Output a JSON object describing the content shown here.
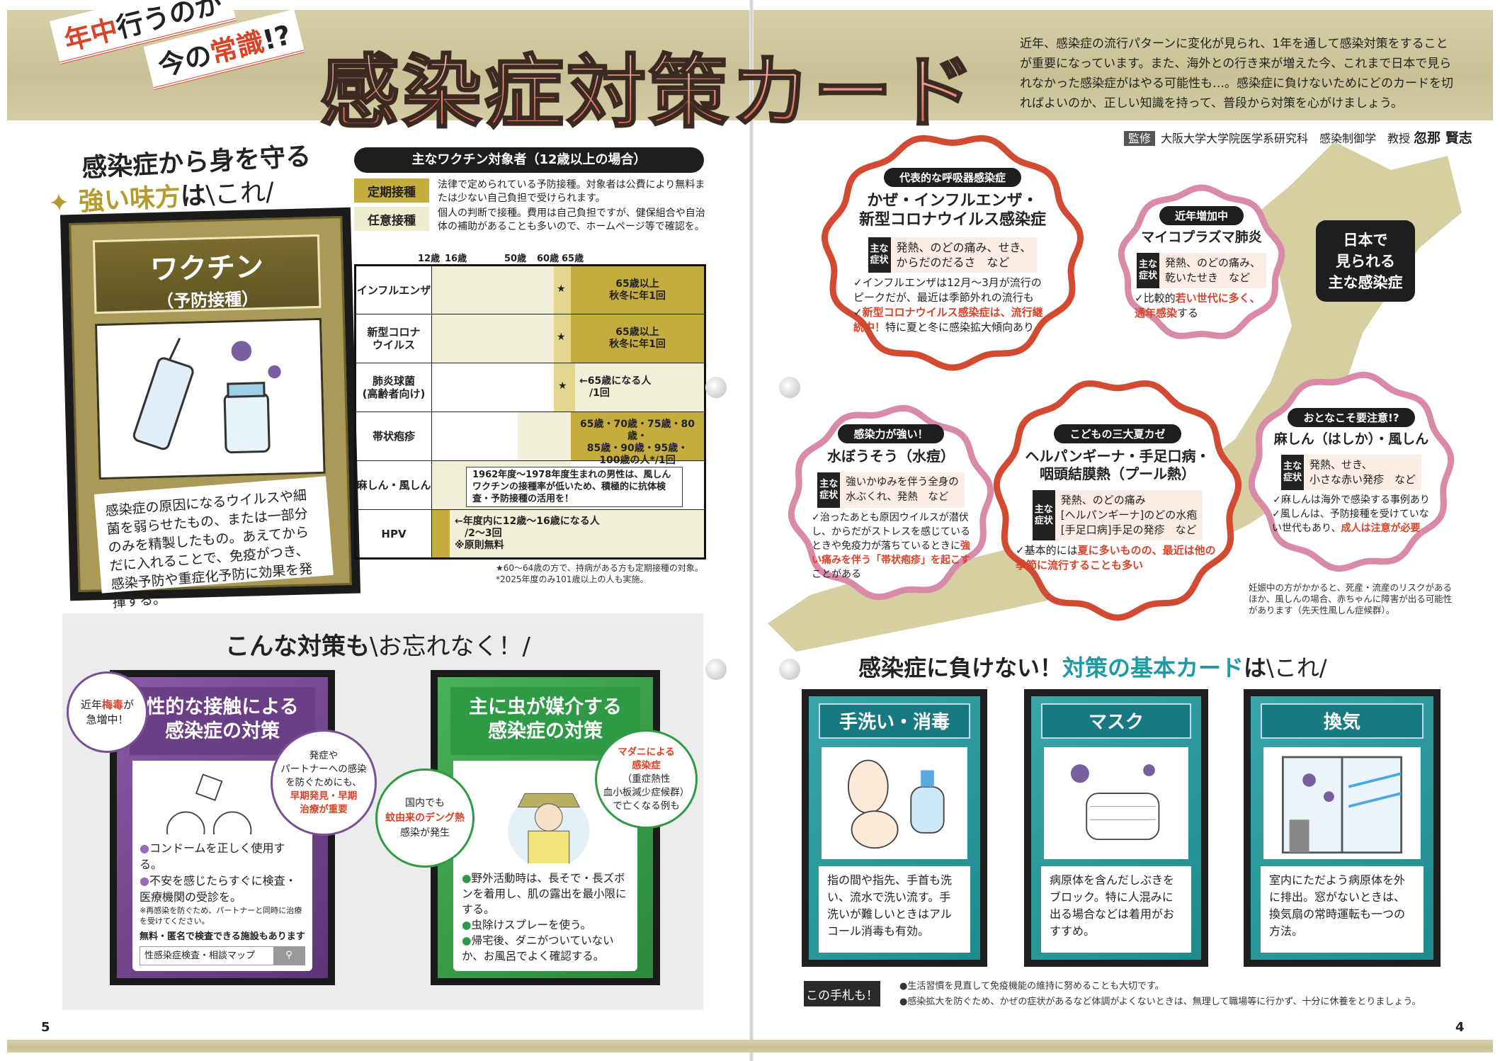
{
  "header": {
    "tagline_line1_red": "年中",
    "tagline_line1_rest": "行うのが",
    "tagline_line2_pre": "今の",
    "tagline_line2_red": "常識",
    "tagline_line2_post": "!?",
    "title": "感染症対策カード",
    "intro": "近年、感染症の流行パターンに変化が見られ、1年を通して感染対策をすることが重要になっています。また、海外との行き来が増えた今、これまで日本で見られなかった感染症がはやる可能性も…。感染症に負けないためにどのカードを切ればよいのか、正しい知識を持って、普段から対策を心がけましょう。",
    "supervision_tag": "監修",
    "supervision_org": "大阪大学大学院医学系研究科　感染制御学　教授",
    "supervision_name": "忽那 賢志"
  },
  "left_heading": {
    "line1": "感染症から身を守る",
    "line2_gold": "強い味方",
    "line2_rest": "は",
    "line2_kore": "\\これ/"
  },
  "vaccine_card": {
    "title": "ワクチン",
    "subtitle": "（予防接種）",
    "description": "感染症の原因になるウイルスや細菌を弱らせたもの、または一部分のみを精製したもの。あえてからだに入れることで、免疫がつき、感染予防や重症化予防に効果を発揮する。"
  },
  "vaccine_table": {
    "title": "主なワクチン対象者（12歳以上の場合）",
    "legend": [
      {
        "label": "定期接種",
        "desc": "法律で定められている予防接種。対象者は公費により無料または少ない自己負担で受けられます。",
        "color": "#c4ad3e"
      },
      {
        "label": "任意接種",
        "desc": "個人の判断で接種。費用は自己負担ですが、健保組合や自治体の補助があることも多いので、ホームページ等で確認を。",
        "color": "#eeeccf"
      }
    ],
    "age_ticks": [
      "12歳",
      "16歳",
      "50歳",
      "60歳",
      "65歳"
    ],
    "rows": [
      {
        "label": "インフルエンザ",
        "note": "65歳以上\n秋冬に年1回",
        "star": "★"
      },
      {
        "label": "新型コロナ\nウイルス",
        "note": "65歳以上\n秋冬に年1回",
        "star": "★"
      },
      {
        "label": "肺炎球菌\n(高齢者向け)",
        "note": "←65歳になる人\n　/1回",
        "star": "★"
      },
      {
        "label": "帯状疱疹",
        "note": "65歳・70歳・75歳・80歳・\n85歳・90歳・95歳・\n100歳の人*/1回"
      },
      {
        "label": "麻しん・風しん",
        "note": "1962年度〜1978年度生まれの男性は、風しんワクチンの接種率が低いため、積極的に抗体検査・予防接種の活用を！"
      },
      {
        "label": "HPV",
        "note": "←年度内に12歳〜16歳になる人\n　/2〜3回\n※原則無料"
      }
    ],
    "footnotes": [
      "★60〜64歳の方で、持病がある方も定期接種の対象。",
      "*2025年度のみ101歳以上の人も実施。"
    ]
  },
  "other_measures": {
    "heading": "こんな対策も",
    "heading_rest": "\\お忘れなく！/",
    "sexual": {
      "title": "性的な接触による\n感染症の対策",
      "bubble_left_pre": "近年",
      "bubble_left_red": "梅毒",
      "bubble_left_post": "が\n急増中！",
      "bubble_right": "発症や\nパートナーへの感染\nを防ぐためにも、",
      "bubble_right_red": "早期発見・早期\n治療が重要",
      "items": [
        "コンドームを正しく使用する。",
        "不安を感じたらすぐに検査・医療機関の受診を。"
      ],
      "small_note": "※再感染を防ぐため、パートナーと同時に治療を受けてください。",
      "free_note": "無料・匿名で検査できる施設もあります",
      "search_label": "性感染症検査・相談マップ"
    },
    "insect": {
      "title": "主に虫が媒介する\n感染症の対策",
      "bubble_left": "国内でも",
      "bubble_left_red": "蚊由来のデング熱",
      "bubble_left_post": "感染が発生",
      "bubble_right_red": "マダニによる\n感染症",
      "bubble_right": "（重症熱性\n血小板減少症候群）\nで亡くなる例も",
      "items": [
        "野外活動時は、長そで・長ズボンを着用し、肌の露出を最小限にする。",
        "虫除けスプレーを使う。",
        "帰宅後、ダニがついていないか、お風呂でよく確認する。"
      ]
    }
  },
  "map_label": "日本で\n見られる\n主な感染症",
  "diseases": [
    {
      "tag": "代表的な呼吸器感染症",
      "name": "かぜ・インフルエンザ・\n新型コロナウイルス感染症",
      "symptoms_label": "主な\n症状",
      "symptoms": "発熱、のどの痛み、せき、\nからだのだるさ　など",
      "checks": [
        [
          "",
          "インフルエンザは12月〜3月が流行のピークだが、最近は季節外れの流行も",
          ""
        ],
        [
          "",
          "新型コロナウイルス感染症は、流行継続中！",
          "特に夏と冬に感染拡大傾向あり"
        ]
      ]
    },
    {
      "tag": "近年増加中",
      "name": "マイコプラズマ肺炎",
      "symptoms_label": "主な\n症状",
      "symptoms": "発熱、のどの痛み、\n乾いたせき　など",
      "checks": [
        [
          "比較的",
          "若い世代に多く、通年感染",
          "する"
        ]
      ]
    },
    {
      "tag": "感染力が強い！",
      "name": "水ぼうそう（水痘）",
      "symptoms_label": "主な\n症状",
      "symptoms": "強いかゆみを伴う全身の\n水ぶくれ、発熱　など",
      "checks": [
        [
          "治ったあとも原因ウイルスが潜伏し、からだがストレスを感じているときや免疫力が落ちているときに",
          "強い痛みを伴う「帯状疱疹」を起こす",
          "ことがある"
        ]
      ]
    },
    {
      "tag": "こどもの三大夏カゼ",
      "name": "ヘルパンギーナ・手足口病・\n咽頭結膜熱（プール熱）",
      "symptoms_label": "主な\n症状",
      "symptoms": "発熱、のどの痛み\n[ヘルパンギーナ]のどの水疱\n[手足口病]手足の発疹　など",
      "checks": [
        [
          "基本的には",
          "夏に多いものの、最近は他の季節に流行することも多い",
          ""
        ]
      ]
    },
    {
      "tag": "おとなこそ要注意!?",
      "name": "麻しん（はしか）・風しん",
      "symptoms_label": "主な\n症状",
      "symptoms": "発熱、せき、\n小さな赤い発疹　など",
      "checks": [
        [
          "麻しんは海外で感染する事例あり",
          "",
          ""
        ],
        [
          "風しんは、予防接種を受けていない世代もあり、",
          "成人は注意が必要",
          ""
        ]
      ]
    }
  ],
  "pregnancy_note": "妊娠中の方がかかると、死産・流産のリスクがあるほか、風しんの場合、赤ちゃんに障害が出る可能性があります（先天性風しん症候群）。",
  "basic_cards": {
    "heading_pre": "感染症に負けない！",
    "heading_teal": "対策の基本カード",
    "heading_post": "は",
    "heading_kore": "\\これ/",
    "cards": [
      {
        "title": "手洗い・消毒",
        "text": "指の間や指先、手首も洗い、流水で洗い流す。手洗いが難しいときはアルコール消毒も有効。"
      },
      {
        "title": "マスク",
        "text": "病原体を含んだしぶきをブロック。特に人混みに出る場合などは着用がおすすめ。"
      },
      {
        "title": "換気",
        "text": "室内にただよう病原体を外に排出。窓がないときは、換気扇の常時運転も一つの方法。"
      }
    ]
  },
  "extra_tips": {
    "label": "この手札も！",
    "items": [
      "●生活習慣を見直して免疫機能の維持に努めることも大切です。",
      "●感染拡大を防ぐため、かぜの症状があるなど体調がよくないときは、無理して職場等に行かず、十分に休養をとりましょう。"
    ]
  },
  "page_numbers": {
    "left": "5",
    "right": "4"
  },
  "colors": {
    "accent_red": "#d8432a",
    "gold": "#c4ad3e",
    "purple": "#6b3f86",
    "green": "#2e9a45",
    "teal": "#22939a",
    "pink": "#d98aa8"
  }
}
